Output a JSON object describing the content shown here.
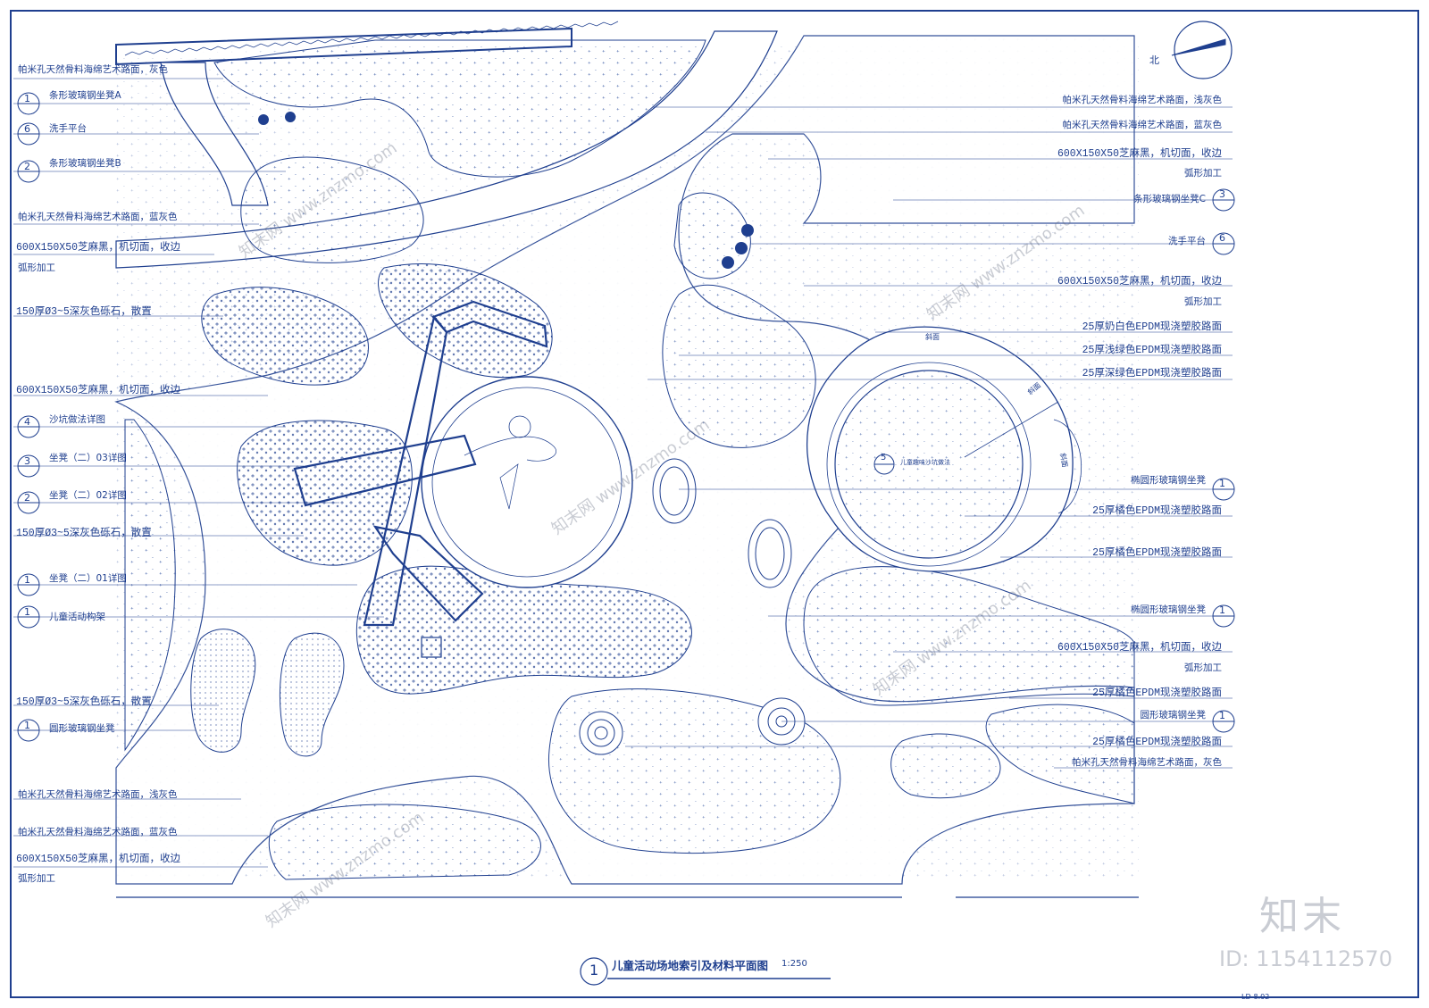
{
  "drawing": {
    "title": "儿童活动场地索引及材料平面图",
    "scale": "1:250",
    "number": "1",
    "north": "北",
    "sheet_no": "LD-8.02"
  },
  "left_labels": [
    {
      "idx": "",
      "text": "帕米孔天然骨料海绵艺术路面，灰色"
    },
    {
      "idx": "1",
      "text": "条形玻璃钢坐凳A"
    },
    {
      "idx": "6",
      "text": "洗手平台"
    },
    {
      "idx": "2",
      "text": "条形玻璃钢坐凳B"
    },
    {
      "idx": "",
      "text": "帕米孔天然骨料海绵艺术路面，蓝灰色"
    },
    {
      "idx": "",
      "text": "600X150X50芝麻黑，机切面，收边"
    },
    {
      "idx": "",
      "text": "弧形加工"
    },
    {
      "idx": "",
      "text": "150厚Ø3~5深灰色砾石，散置"
    },
    {
      "idx": "",
      "text": "600X150X50芝麻黑，机切面，收边"
    },
    {
      "idx": "4",
      "text": "沙坑做法详图"
    },
    {
      "idx": "3",
      "text": "坐凳（二）03详图"
    },
    {
      "idx": "2",
      "text": "坐凳（二）02详图"
    },
    {
      "idx": "",
      "text": "150厚Ø3~5深灰色砾石，散置"
    },
    {
      "idx": "1",
      "text": "坐凳（二）01详图"
    },
    {
      "idx": "1",
      "text": "儿童活动构架"
    },
    {
      "idx": "",
      "text": "150厚Ø3~5深灰色砾石，散置"
    },
    {
      "idx": "1",
      "text": "圆形玻璃钢坐凳"
    },
    {
      "idx": "",
      "text": "帕米孔天然骨料海绵艺术路面，浅灰色"
    },
    {
      "idx": "",
      "text": "帕米孔天然骨料海绵艺术路面，蓝灰色"
    },
    {
      "idx": "",
      "text": "600X150X50芝麻黑，机切面，收边"
    },
    {
      "idx": "",
      "text": "弧形加工"
    }
  ],
  "right_labels": [
    {
      "idx": "",
      "text": "帕米孔天然骨料海绵艺术路面，浅灰色"
    },
    {
      "idx": "",
      "text": "帕米孔天然骨料海绵艺术路面，蓝灰色"
    },
    {
      "idx": "",
      "text": "600X150X50芝麻黑，机切面，收边"
    },
    {
      "idx": "",
      "text": "弧形加工"
    },
    {
      "idx": "3",
      "text": "条形玻璃钢坐凳C"
    },
    {
      "idx": "6",
      "text": "洗手平台"
    },
    {
      "idx": "",
      "text": "600X150X50芝麻黑，机切面，收边"
    },
    {
      "idx": "",
      "text": "弧形加工"
    },
    {
      "idx": "",
      "text": "25厚奶白色EPDM现浇塑胶路面"
    },
    {
      "idx": "",
      "text": "25厚浅绿色EPDM现浇塑胶路面"
    },
    {
      "idx": "",
      "text": "25厚深绿色EPDM现浇塑胶路面"
    },
    {
      "idx": "1",
      "text": "椭圆形玻璃钢坐凳"
    },
    {
      "idx": "",
      "text": "25厚橘色EPDM现浇塑胶路面"
    },
    {
      "idx": "",
      "text": "25厚橘色EPDM现浇塑胶路面"
    },
    {
      "idx": "1",
      "text": "椭圆形玻璃钢坐凳"
    },
    {
      "idx": "",
      "text": "600X150X50芝麻黑，机切面，收边"
    },
    {
      "idx": "",
      "text": "弧形加工"
    },
    {
      "idx": "",
      "text": "25厚橘色EPDM现浇塑胶路面"
    },
    {
      "idx": "1",
      "text": "圆形玻璃钢坐凳"
    },
    {
      "idx": "",
      "text": "25厚橘色EPDM现浇塑胶路面"
    },
    {
      "idx": "",
      "text": "帕米孔天然骨料海绵艺术路面，灰色"
    }
  ],
  "center_callouts": {
    "sandpit_index": "5",
    "sandpit_text": "儿童趣味沙坑做法",
    "ramp_a": "斜面",
    "ramp_b": "斜面",
    "ramp_c": "斜面"
  },
  "watermark": {
    "brand": "知末",
    "id_text": "ID: 1154112570",
    "repeat_text": "知末网 www.znzmo.com"
  },
  "colors": {
    "line": "#1f3f8f",
    "watermark": "#8a8f9a"
  }
}
